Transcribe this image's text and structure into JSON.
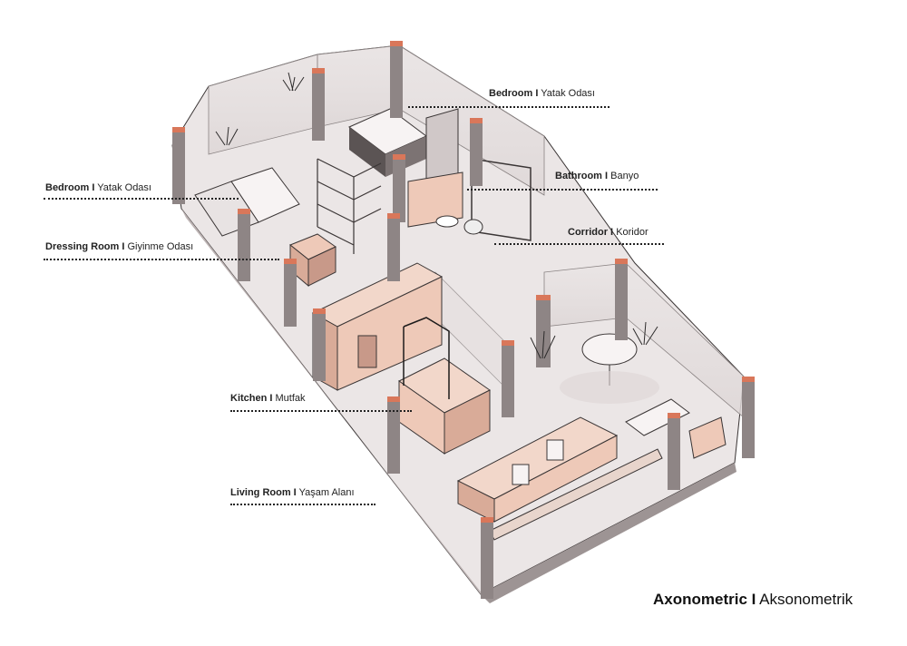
{
  "title": {
    "bold": "Axonometric I",
    "light": "Aksonometrik"
  },
  "labels": {
    "bedroom_top": {
      "bold": "Bedroom I",
      "light": "Yatak Odası"
    },
    "bathroom": {
      "bold": "Bathroom I",
      "light": "Banyo"
    },
    "corridor": {
      "bold": "Corridor I",
      "light": "Koridor"
    },
    "bedroom_left": {
      "bold": "Bedroom I",
      "light": "Yatak Odası"
    },
    "dressing": {
      "bold": "Dressing Room I",
      "light": "Giyinme Odası"
    },
    "kitchen": {
      "bold": "Kitchen I",
      "light": "Mutfak"
    },
    "living": {
      "bold": "Living Room  I",
      "light": "Yaşam Alanı"
    }
  },
  "colors": {
    "floor": "#f1eded",
    "wall": "#e2dcdc",
    "column": "#8e8585",
    "column_cap": "#d9775a",
    "furniture": "#eec9b8",
    "furniture_dark": "#d9ab98",
    "outline": "#3a3535"
  }
}
